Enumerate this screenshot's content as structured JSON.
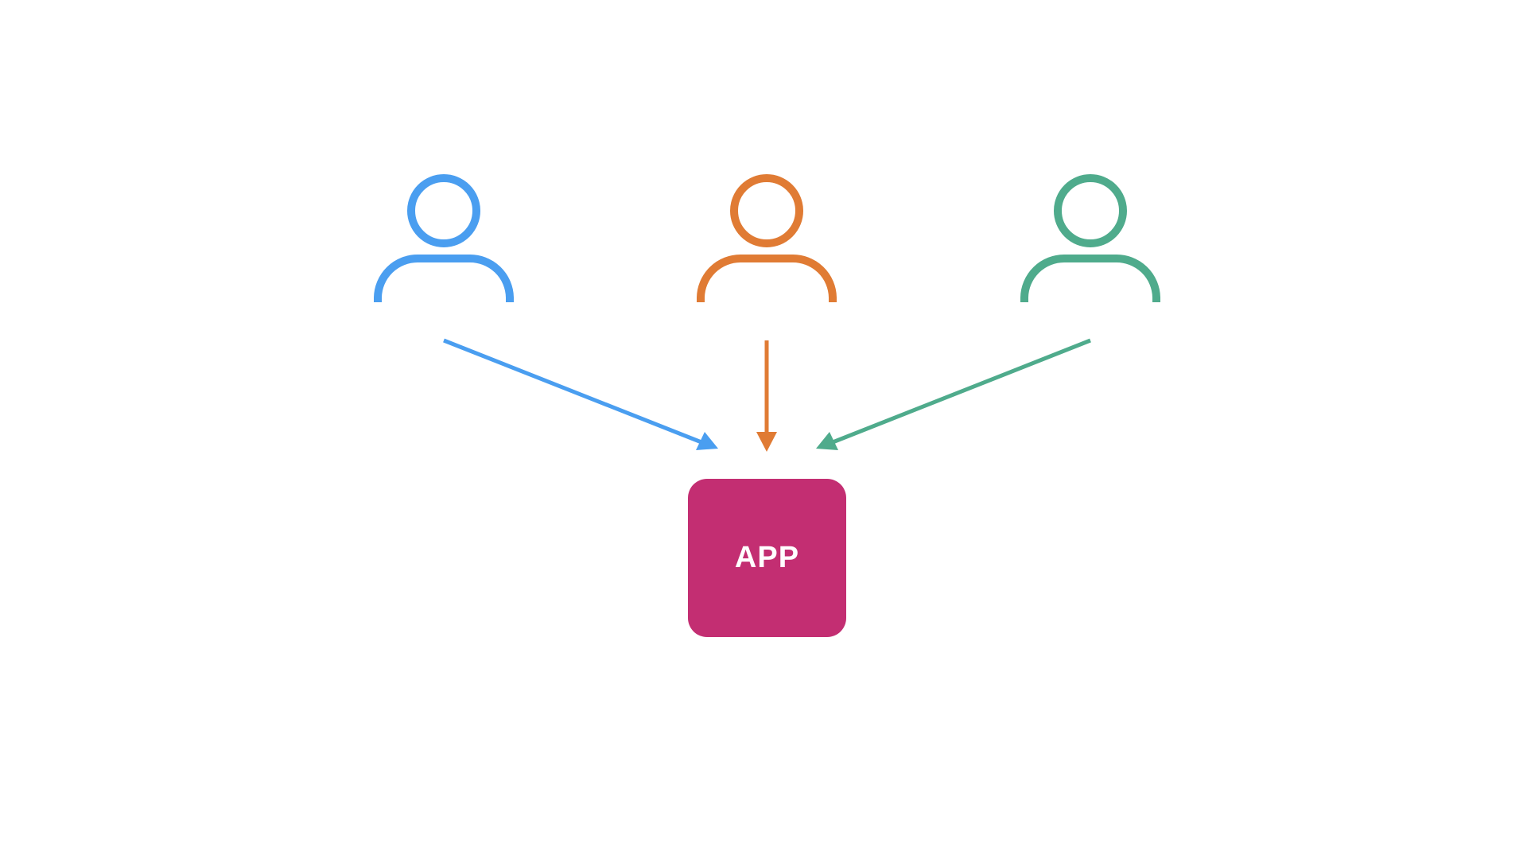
{
  "diagram": {
    "users": [
      {
        "icon": "user-icon",
        "color": "#4a9ef0"
      },
      {
        "icon": "user-icon",
        "color": "#e07b34"
      },
      {
        "icon": "user-icon",
        "color": "#4fab8c"
      }
    ],
    "arrows": [
      {
        "from": "user-1",
        "to": "app",
        "color": "#4a9ef0"
      },
      {
        "from": "user-2",
        "to": "app",
        "color": "#e07b34"
      },
      {
        "from": "user-3",
        "to": "app",
        "color": "#4fab8c"
      }
    ],
    "app": {
      "label": "APP",
      "color": "#c32e72"
    }
  }
}
